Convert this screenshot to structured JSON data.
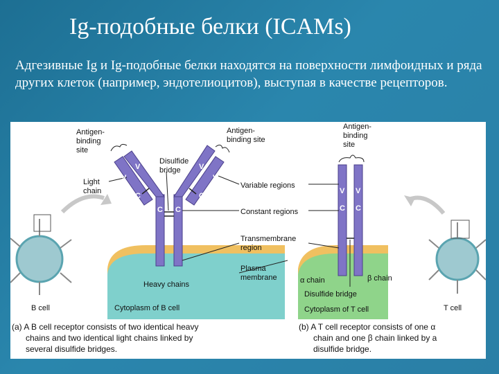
{
  "slide": {
    "title": "Ig-подобные белки (ICAMs)",
    "subtitle": "Адгезивные Ig и Ig-подобные белки находятся на поверхности лимфоидных и ряда других клеток (например, эндотелиоцитов), выступая в качестве рецепторов."
  },
  "figure": {
    "labels": {
      "antigen_site_left_1": "Antigen-",
      "antigen_site_left_2": "binding",
      "antigen_site_left_3": "site",
      "light_chain_1": "Light",
      "light_chain_2": "chain",
      "disulfide_1": "Disulfide",
      "disulfide_2": "bridge",
      "antigen_site_mid_1": "Antigen-",
      "antigen_site_mid_2": "binding site",
      "antigen_site_right_1": "Antigen-",
      "antigen_site_right_2": "binding",
      "antigen_site_right_3": "site",
      "variable_regions": "Variable regions",
      "constant_regions": "Constant regions",
      "transmembrane_1": "Transmembrane",
      "transmembrane_2": "region",
      "plasma_membrane_1": "Plasma",
      "plasma_membrane_2": "membrane",
      "heavy_chains": "Heavy chains",
      "cytoplasm_b": "Cytoplasm of B cell",
      "alpha_chain": "α chain",
      "beta_chain": "β chain",
      "disulfide_bridge_t": "Disulfide bridge",
      "cytoplasm_t": "Cytoplasm of T cell",
      "b_cell": "B cell",
      "t_cell": "T cell",
      "v": "V",
      "c": "C"
    },
    "captions": {
      "a1": "(a) A B cell receptor consists of two identical heavy",
      "a2": "chains and two identical light chains linked by",
      "a3": "several disulfide bridges.",
      "b1": "(b) A T cell receptor consists of one α",
      "b2": "chain and one β chain linked by a",
      "b3": "disulfide bridge."
    },
    "colors": {
      "chain": "#7f74c6",
      "chain_dark": "#5b4f9e",
      "membrane": "#f0c060",
      "cytoplasm_b": "#7fd0cc",
      "cytoplasm_t": "#8fd48a",
      "cell_body": "#9ec9d0"
    }
  }
}
